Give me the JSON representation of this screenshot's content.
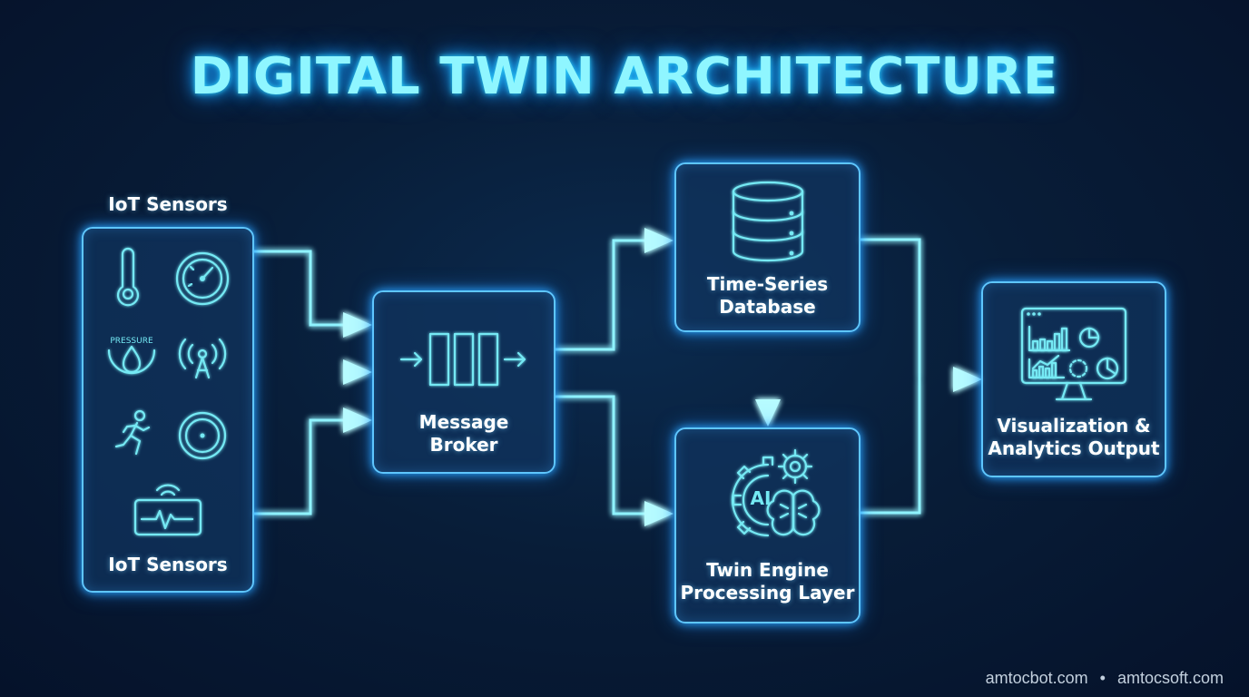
{
  "title": "DIGITAL TWIN ARCHITECTURE",
  "nodes": {
    "iot_sensors": {
      "caption": "IoT Sensors",
      "label": "IoT Sensors",
      "icons": [
        "thermometer-icon",
        "gauge-icon",
        "pressure-icon",
        "signal-tower-icon",
        "running-person-icon",
        "stopwatch-icon",
        "wireless-monitor-icon"
      ],
      "pressure_icon_text": "PRESSURE"
    },
    "message_broker": {
      "label_line1": "Message",
      "label_line2": "Broker",
      "icon": "message-queue-icon"
    },
    "time_series_db": {
      "label_line1": "Time-Series",
      "label_line2": "Database",
      "icon": "database-icon"
    },
    "twin_engine": {
      "label_line1": "Twin Engine",
      "label_line2": "Processing Layer",
      "icon": "ai-brain-gears-icon",
      "icon_text": "AI"
    },
    "visualization": {
      "label_line1": "Visualization &",
      "label_line2": "Analytics Output",
      "icon": "dashboard-monitor-icon"
    }
  },
  "connections": [
    {
      "from": "IoT Sensors",
      "to": "Message Broker"
    },
    {
      "from": "Message Broker",
      "to": "Time-Series Database"
    },
    {
      "from": "Message Broker",
      "to": "Twin Engine Processing Layer"
    },
    {
      "from": "Time-Series Database",
      "to": "Twin Engine Processing Layer"
    },
    {
      "from": "Time-Series Database",
      "to": "Visualization & Analytics Output"
    },
    {
      "from": "Twin Engine Processing Layer",
      "to": "Visualization & Analytics Output"
    }
  ],
  "footer": {
    "site1": "amtocbot.com",
    "separator": "•",
    "site2": "amtocsoft.com"
  },
  "colors": {
    "accent": "#8ff6ff",
    "border": "#5ec6ff",
    "background": "#081d38"
  }
}
